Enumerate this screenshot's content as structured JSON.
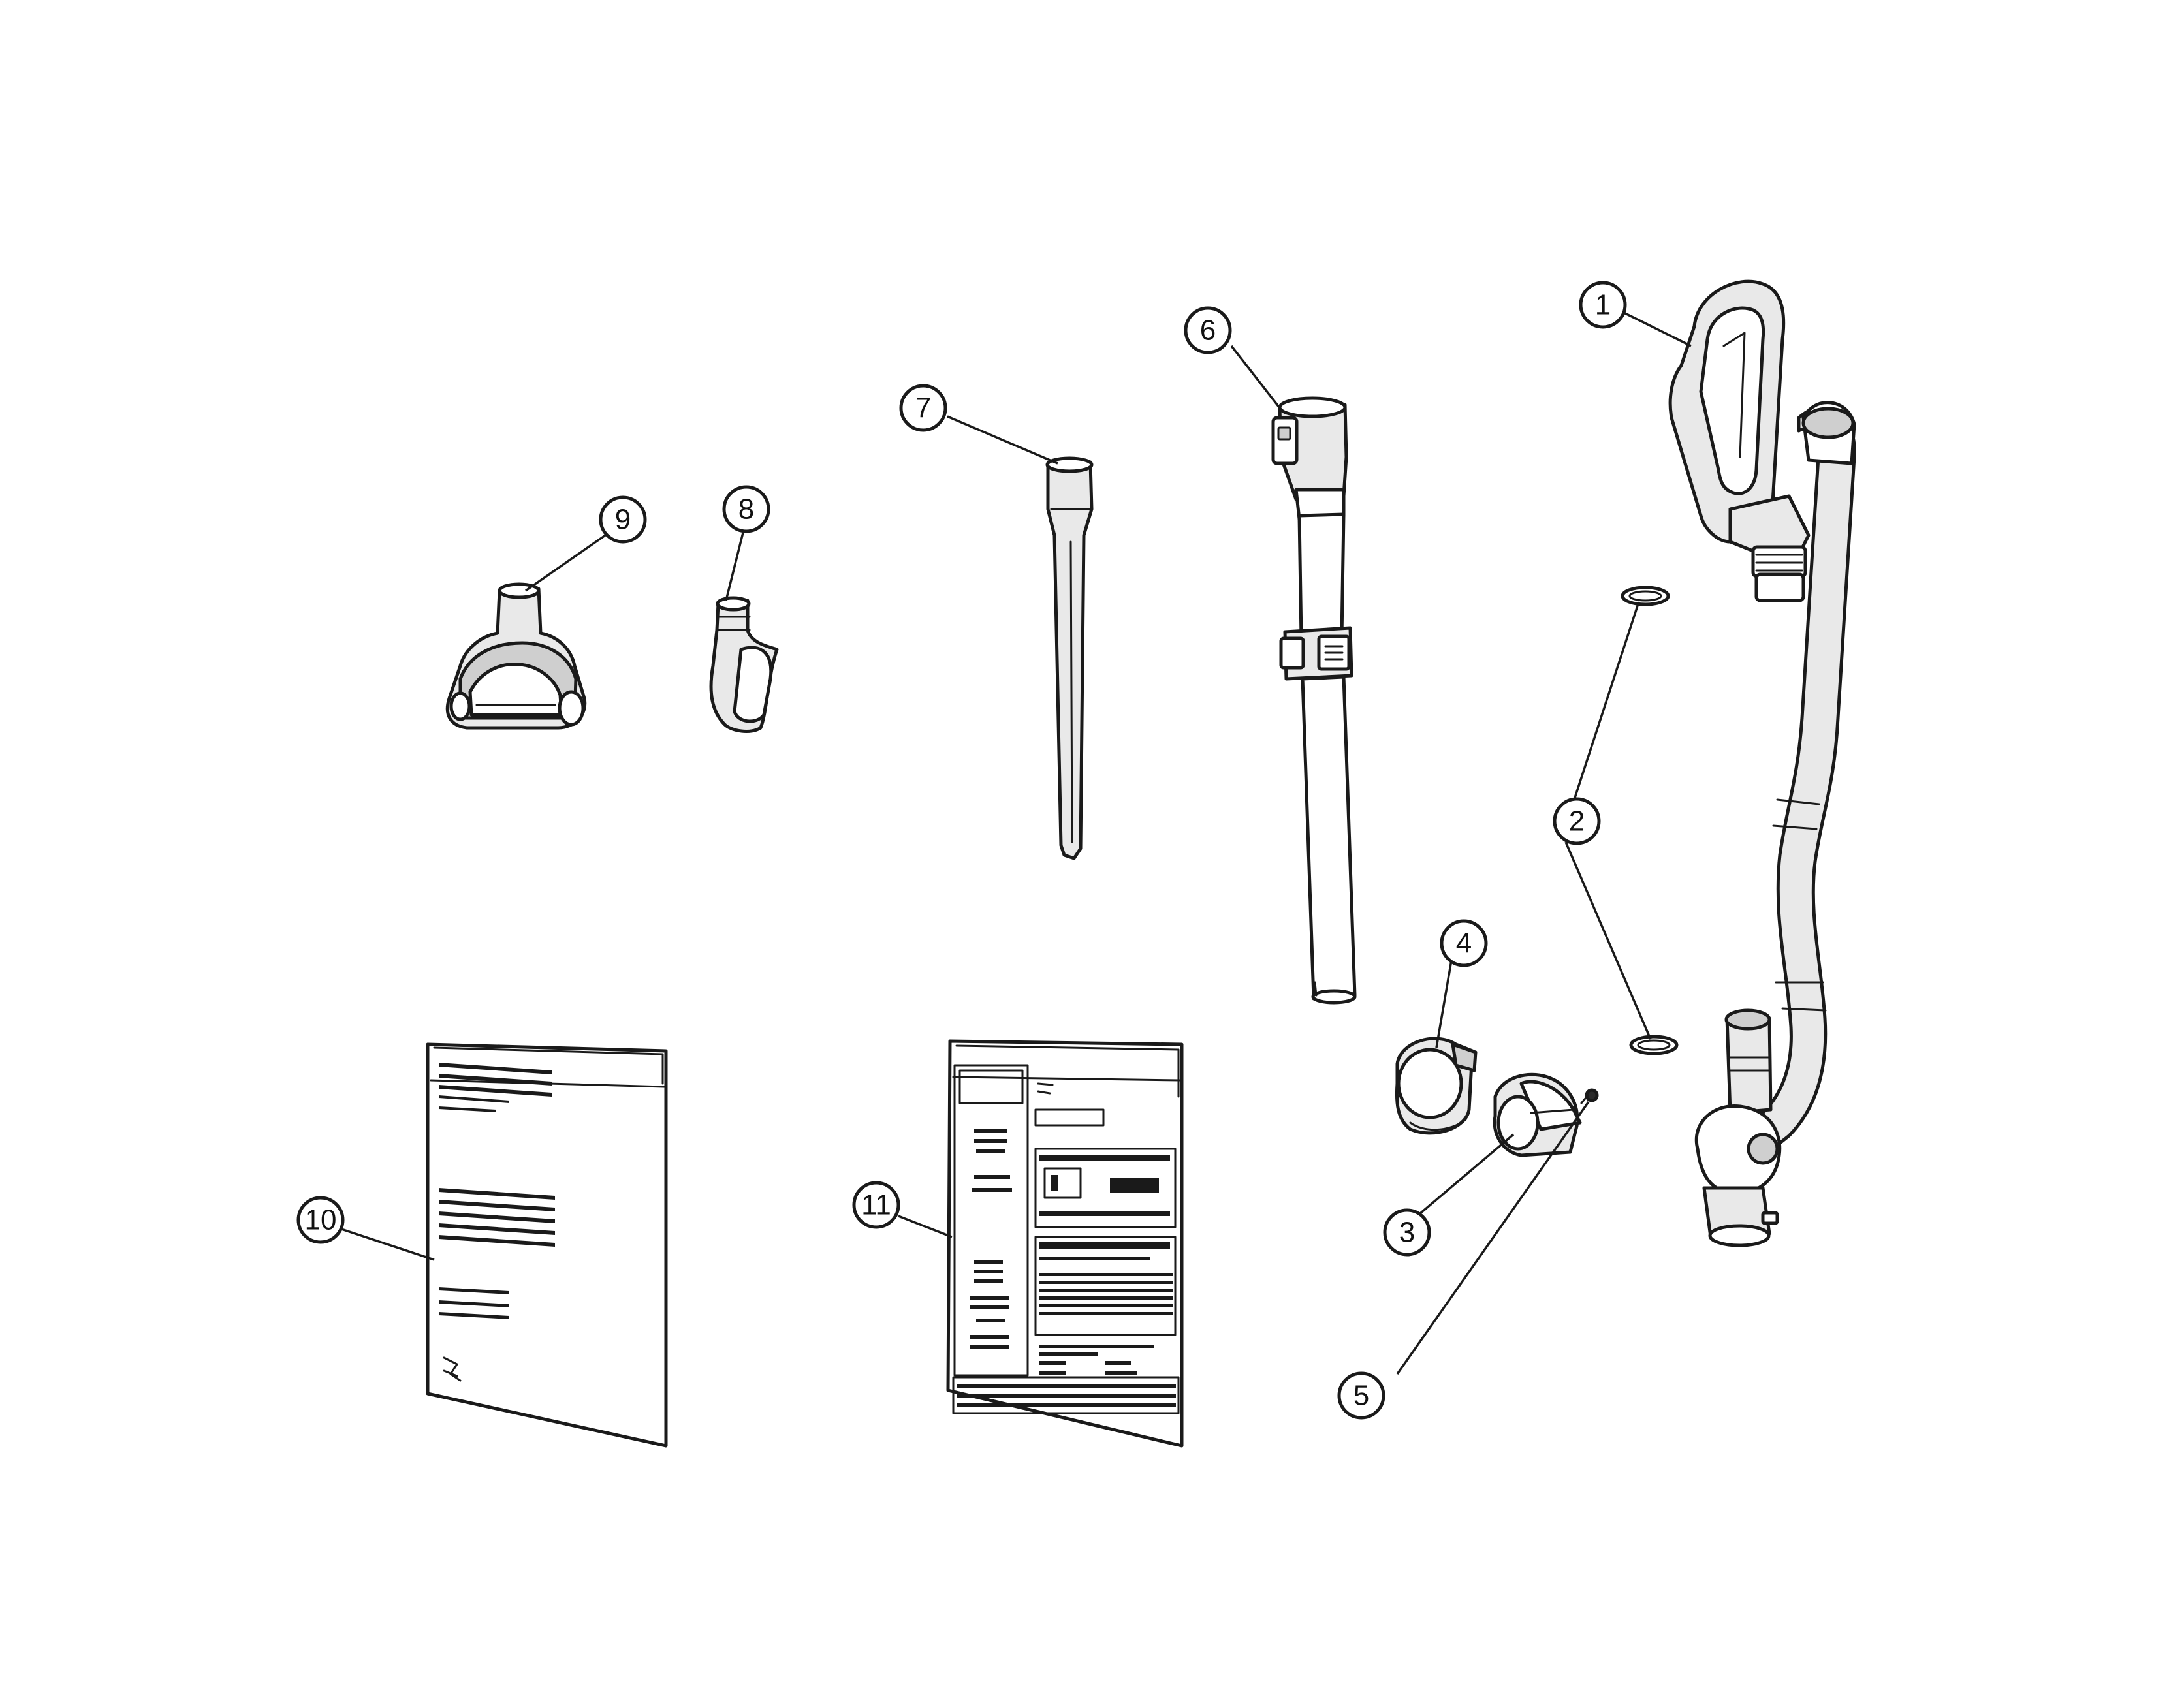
{
  "callouts": [
    {
      "id": "1",
      "label": "1"
    },
    {
      "id": "2",
      "label": "2"
    },
    {
      "id": "3",
      "label": "3"
    },
    {
      "id": "4",
      "label": "4"
    },
    {
      "id": "5",
      "label": "5"
    },
    {
      "id": "6",
      "label": "6"
    },
    {
      "id": "7",
      "label": "7"
    },
    {
      "id": "8",
      "label": "8"
    },
    {
      "id": "9",
      "label": "9"
    },
    {
      "id": "10",
      "label": "10"
    },
    {
      "id": "11",
      "label": "11"
    }
  ],
  "colors": {
    "line": "#1a1a1a",
    "shade": "#e9e9e9",
    "background": "#ffffff"
  }
}
